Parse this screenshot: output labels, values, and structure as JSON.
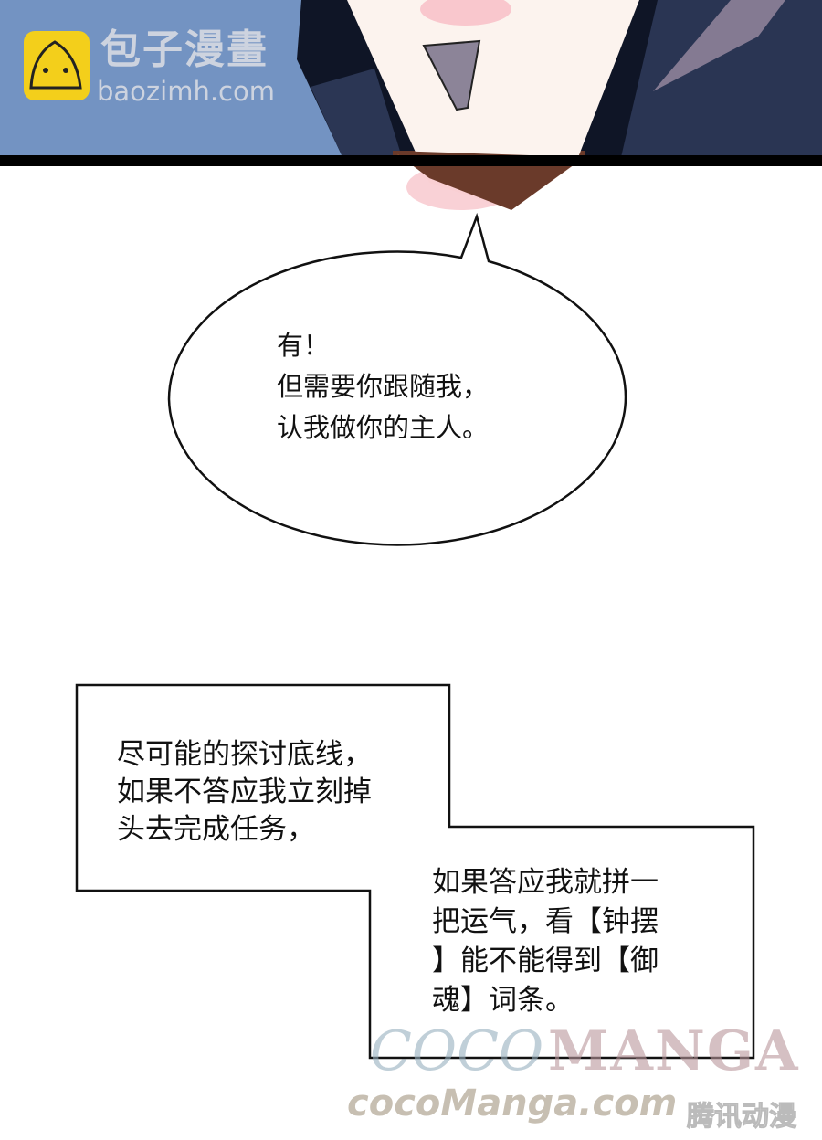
{
  "watermark_top": {
    "name": "包子漫畫",
    "url": "baozimh.com"
  },
  "speech_bubble": {
    "lines": [
      "有！",
      "但需要你跟随我，",
      "认我做你的主人。"
    ]
  },
  "narration_box": {
    "part1": [
      "尽可能的探讨底线，",
      "如果不答应我立刻掉",
      "头去完成任务，"
    ],
    "part2": [
      "如果答应我就拼一",
      "把运气，看【钟摆",
      "】能不能得到【御",
      "魂】词条。"
    ]
  },
  "watermark_bottom": {
    "coco": "COCO",
    "manga": "MANGA",
    "url": "cocoManga.com",
    "cn": "腾讯动漫"
  },
  "colors": {
    "sky": "#7393c2",
    "coat": "#27324f",
    "skin": "#fcf3ee",
    "logo_yellow": "#f3cf1b"
  }
}
